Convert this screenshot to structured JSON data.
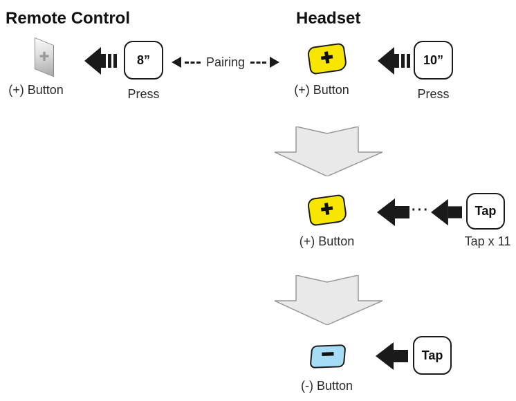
{
  "title_left": "Remote Control",
  "title_right": "Headset",
  "row1": {
    "remote_button_symbol": "+",
    "remote_button_label": "(+) Button",
    "remote_key_text": "8”",
    "remote_key_label": "Press",
    "pairing_label": "Pairing",
    "headset_button_symbol": "+",
    "headset_button_label": "(+) Button",
    "headset_key_text": "10”",
    "headset_key_label": "Press"
  },
  "row2": {
    "button_symbol": "+",
    "button_label": "(+) Button",
    "ellipsis": "···",
    "key_text": "Tap",
    "key_label": "Tap x 11"
  },
  "row3": {
    "button_symbol": "−",
    "button_label": "(-) Button",
    "key_text": "Tap"
  },
  "colors": {
    "plus_button_yellow": "#F7E600",
    "minus_button_blue": "#A6DCF5",
    "arrow_black": "#1A1A1A",
    "flow_arrow_gray": "#E9E9E9",
    "flow_arrow_border": "#989898"
  }
}
